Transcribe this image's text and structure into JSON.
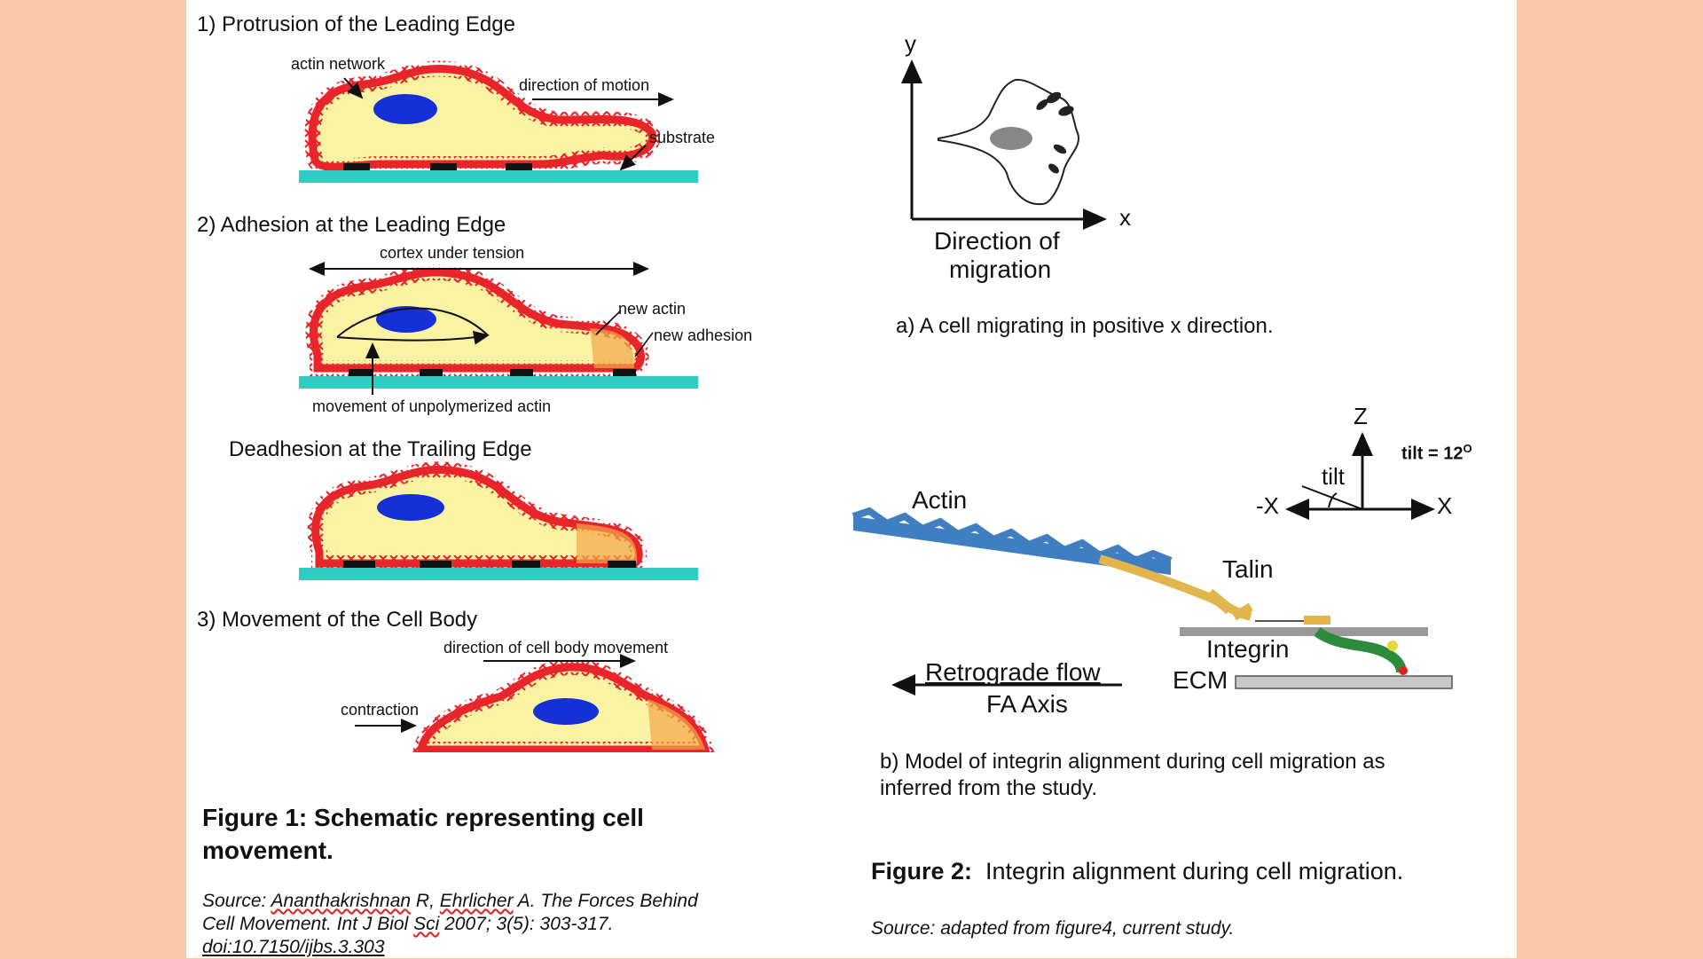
{
  "figure1": {
    "step1": {
      "heading": "1) Protrusion of the Leading Edge",
      "actin_network": "actin network",
      "direction_of_motion": "direction of motion",
      "substrate": "substrate"
    },
    "step2": {
      "heading": "2) Adhesion at the Leading Edge",
      "cortex": "cortex under tension",
      "new_actin": "new actin",
      "new_adhesion": "new adhesion",
      "unpolymerized": "movement of unpolymerized actin"
    },
    "deadhesion": {
      "heading": "Deadhesion at the Trailing Edge"
    },
    "step3": {
      "heading": "3) Movement of the Cell Body",
      "direction_body": "direction of cell body movement",
      "contraction": "contraction"
    },
    "caption": "Figure 1: Schematic representing cell movement.",
    "source": {
      "prefix": "Source: ",
      "author1": "Ananthakrishnan",
      "mid1": " R, ",
      "author2": "Ehrlicher",
      "mid2": " A. The Forces Behind Cell Movement. Int J Biol ",
      "journal": "Sci",
      "mid3": " 2007; 3(5): 303-317. ",
      "doi": "doi:10.7150/ijbs.3.303"
    }
  },
  "figure2": {
    "panel_a": {
      "y_label": "y",
      "x_label": "x",
      "direction_line1": "Direction of",
      "direction_line2": "migration",
      "caption": "a) A cell migrating in positive x direction."
    },
    "panel_b": {
      "z_label": "Z",
      "x_label": "X",
      "neg_x_label": "-X",
      "tilt_label": "tilt",
      "tilt_value_prefix": "tilt = 12",
      "tilt_value_sup": "O",
      "actin": "Actin",
      "talin": "Talin",
      "integrin": "Integrin",
      "ecm": "ECM",
      "retrograde": "Retrograde flow",
      "fa_axis": "FA Axis",
      "caption": "b) Model of integrin alignment during cell migration as inferred from the study."
    },
    "caption_bold": "Figure 2:",
    "caption_text": "Integrin alignment during cell migration.",
    "source": "Source: adapted from figure4, current study."
  },
  "colors": {
    "background": "#f9c8a8",
    "cell_outline": "#e8252b",
    "cell_fill": "#fbf3a4",
    "nucleus": "#1530d6",
    "substrate": "#33ccc4",
    "actin_filament": "#3f7fc1",
    "talin": "#e3b54d",
    "integrin": "#2e8b3e"
  }
}
